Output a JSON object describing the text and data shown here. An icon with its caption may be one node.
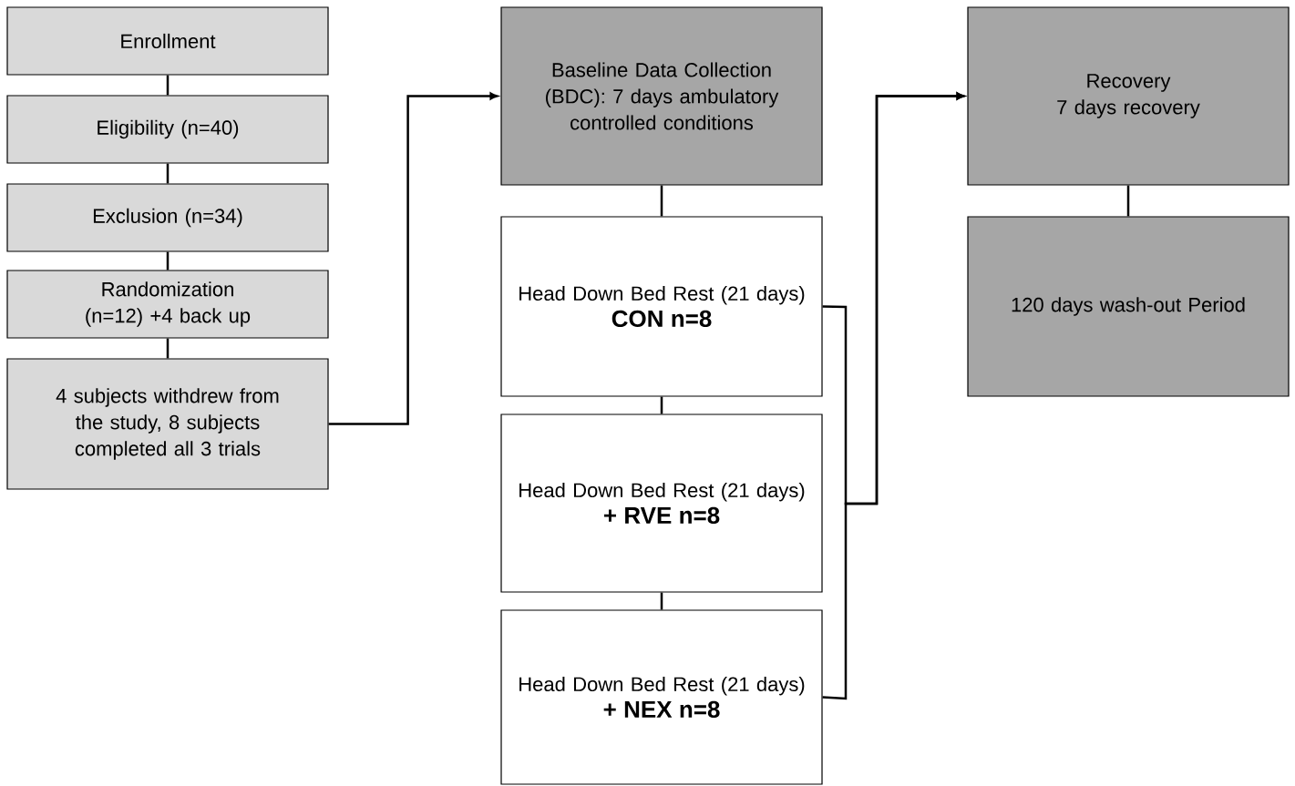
{
  "diagram": {
    "nodes": [
      {
        "text": [
          "Enrollment"
        ]
      },
      {
        "text": [
          "Eligibility (n=40)"
        ]
      },
      {
        "text": [
          "Exclusion (n=34)"
        ]
      },
      {
        "text": [
          "Randomization (n=12) +4 back up"
        ]
      },
      {
        "text": [
          "4 subjects withdrew from the study, 8 subjects completed all 3 trials"
        ]
      },
      {
        "text": [
          "Baseline Data Collection (BDC): 7 days ambulatory controlled conditions"
        ]
      },
      {
        "text": [
          "Head Down Bed Rest (21 days)",
          "CON n=8"
        ]
      },
      {
        "text": [
          "Head Down Bed Rest (21 days)",
          "+ RVE n=8"
        ]
      },
      {
        "text": [
          "Head Down Bed Rest (21 days)",
          "+ NEX n=8"
        ]
      },
      {
        "text": [
          "Recovery",
          "7 days recovery"
        ]
      },
      {
        "text": [
          "120 days wash-out Period"
        ]
      }
    ],
    "edges": [
      {
        "from": 0,
        "to": 1,
        "arrow": "none"
      },
      {
        "from": 1,
        "to": 2,
        "arrow": "none"
      },
      {
        "from": 2,
        "to": 3,
        "arrow": "none"
      },
      {
        "from": 3,
        "to": 4,
        "arrow": "none"
      },
      {
        "from": 4,
        "to": 5,
        "arrow": "to"
      },
      {
        "from": 5,
        "to": 6,
        "arrow": "none"
      },
      {
        "from": 6,
        "to": 7,
        "arrow": "none"
      },
      {
        "from": 7,
        "to": 8,
        "arrow": "none"
      },
      {
        "from": 6,
        "to": 9,
        "arrow": "to"
      },
      {
        "from": 8,
        "to": 9,
        "arrow": "to"
      },
      {
        "from": 9,
        "to": 10,
        "arrow": "none"
      }
    ]
  }
}
